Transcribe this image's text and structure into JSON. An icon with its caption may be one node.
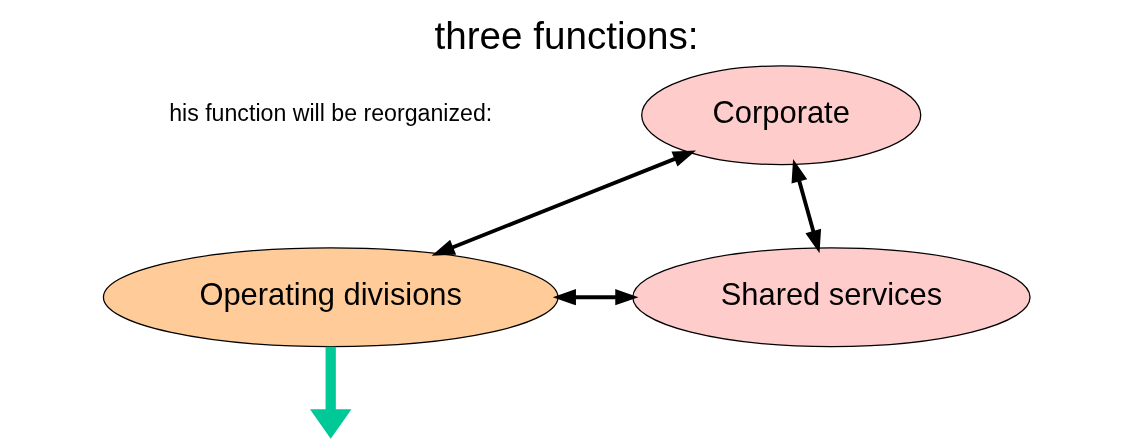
{
  "diagram": {
    "title": "three functions:",
    "nodes": [
      {
        "text": [
          "Corporate"
        ]
      },
      {
        "text": [
          "Operating divisions"
        ]
      },
      {
        "text": [
          "Shared services"
        ]
      }
    ],
    "edges": [
      {
        "from": 0,
        "to": 1,
        "arrow": "both"
      },
      {
        "from": 0,
        "to": 2,
        "arrow": "both"
      },
      {
        "from": 1,
        "to": 2,
        "arrow": "both"
      },
      {
        "from": 1,
        "to": null,
        "arrow": "to",
        "style": "thick",
        "color": "#00c896"
      }
    ],
    "labels": [
      "his function will be reorganized:"
    ]
  }
}
